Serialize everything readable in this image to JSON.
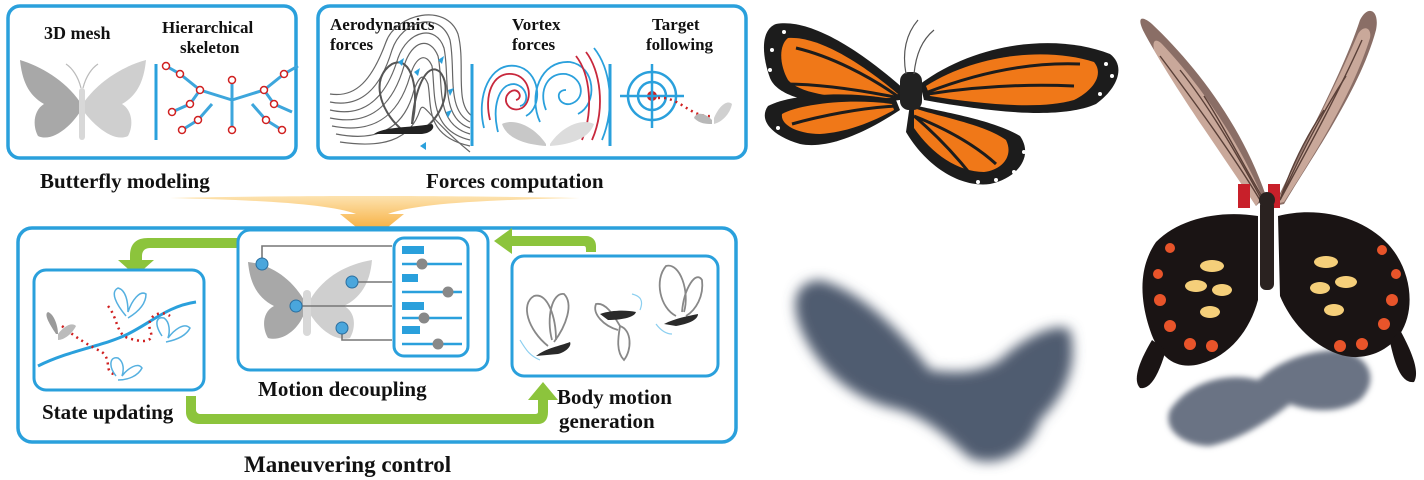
{
  "panels": {
    "butterfly_modeling": {
      "mesh_label": "3D mesh",
      "skeleton_label_line1": "Hierarchical",
      "skeleton_label_line2": "skeleton",
      "caption": "Butterfly modeling"
    },
    "forces_computation": {
      "aero_label_line1": "Aerodynamics",
      "aero_label_line2": "forces",
      "vortex_label_line1": "Vortex",
      "vortex_label_line2": "forces",
      "target_label_line1": "Target",
      "target_label_line2": "following",
      "caption": "Forces computation"
    },
    "maneuvering_control": {
      "state_caption": "State updating",
      "motion_caption": "Motion decoupling",
      "body_caption_line1": "Body motion",
      "body_caption_line2": "generation",
      "caption": "Maneuvering control"
    }
  },
  "colors": {
    "panel_border": "#2aa0dc",
    "arrow_green": "#8cc43c",
    "arrow_orange": "#f5a01e",
    "node_red": "#d02020",
    "monarch_orange": "#f07818",
    "shadow": "#505b70"
  }
}
